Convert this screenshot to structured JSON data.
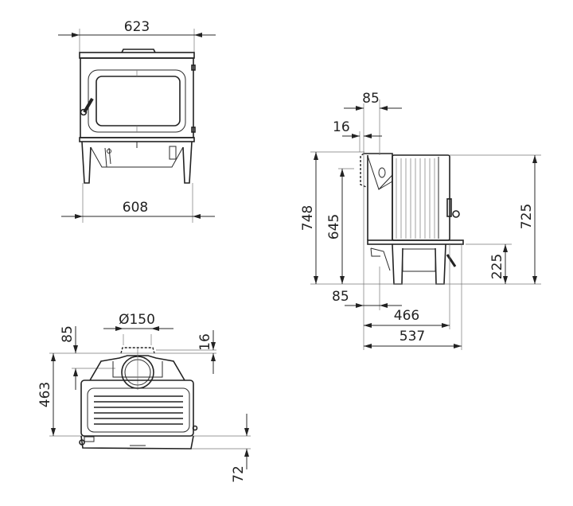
{
  "drawing": {
    "front_view": {
      "overall_width": "623",
      "leg_width": "608"
    },
    "side_view": {
      "flue_offset": "85",
      "flue_wall_gap": "16",
      "total_height": "748",
      "flue_center_height": "645",
      "body_height": "725",
      "base_height": "225",
      "rear_leg_offset": "85",
      "body_depth": "466",
      "overall_depth": "537"
    },
    "top_view": {
      "flue_diameter": "Ø150",
      "flue_offset": "85",
      "flue_wall_gap": "16",
      "depth": "463",
      "front_projection": "72"
    }
  },
  "colors": {
    "line": "#222222",
    "background": "#ffffff"
  }
}
